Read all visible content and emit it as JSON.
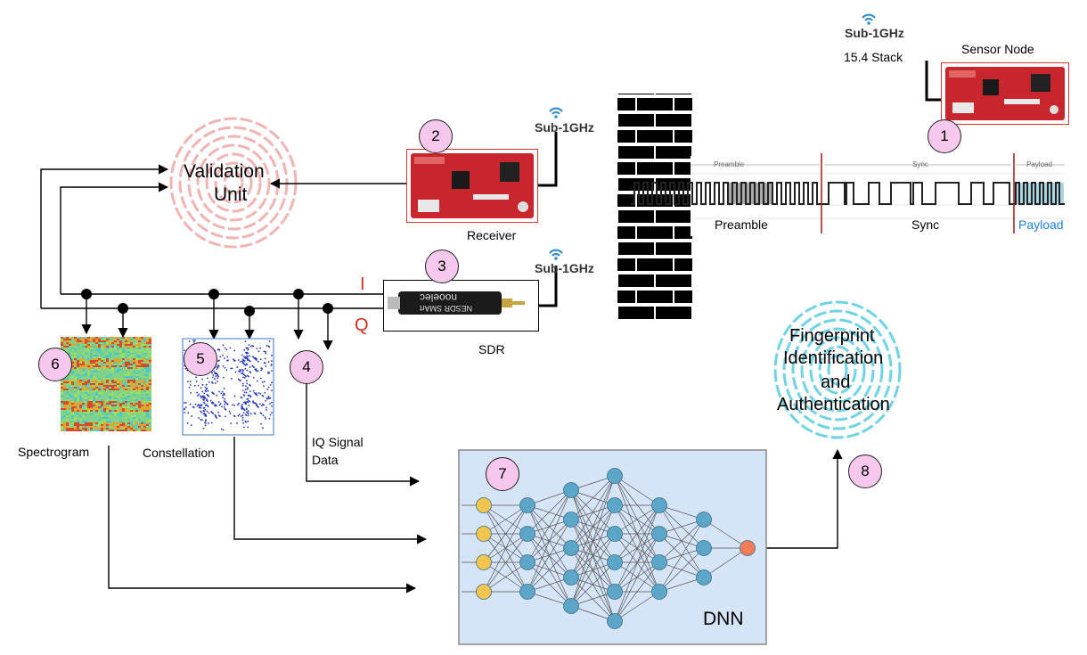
{
  "labels": {
    "sub1ghz": "Sub-1GHz",
    "stack": "15.4 Stack",
    "sensor_node": "Sensor Node",
    "validation_unit_line1": "Validation",
    "validation_unit_line2": "Unit",
    "receiver": "Receiver",
    "preamble_small": "Preamble",
    "sync_small": "Sync",
    "payload_small": "Payload",
    "preamble": "Preamble",
    "sync": "Sync",
    "payload": "Payload",
    "sdr": "SDR",
    "i": "I",
    "q": "Q",
    "spectrogram": "Spectrogram",
    "constellation": "Constellation",
    "iq_line1": "IQ Signal",
    "iq_line2": "Data",
    "dnn": "DNN",
    "fp_line1": "Fingerprint",
    "fp_line2": "Identification",
    "fp_line3": "and",
    "fp_line4": "Authentication",
    "sdr_brand": "nooelec",
    "sdr_model": "NESDR SMArt"
  },
  "badges": [
    "1",
    "2",
    "3",
    "4",
    "5",
    "6",
    "7",
    "8"
  ],
  "colors": {
    "badge_fill": "#f7c8ee",
    "board_red": "#c8262c",
    "payload_blue": "#1a7fe0",
    "iq_red": "#d22c1c",
    "dnn_bg": "#d6e4f8",
    "node_blue": "#5ba6c9",
    "node_input": "#f2c450",
    "node_output": "#f07c5a",
    "fingerprint_red": "#f1b3b3",
    "fingerprint_cyan": "#6fd3e3"
  },
  "icons": [
    "wifi-icon",
    "fingerprint-icon",
    "usb-sdr-icon",
    "circuit-board-icon",
    "brick-wall-icon"
  ]
}
